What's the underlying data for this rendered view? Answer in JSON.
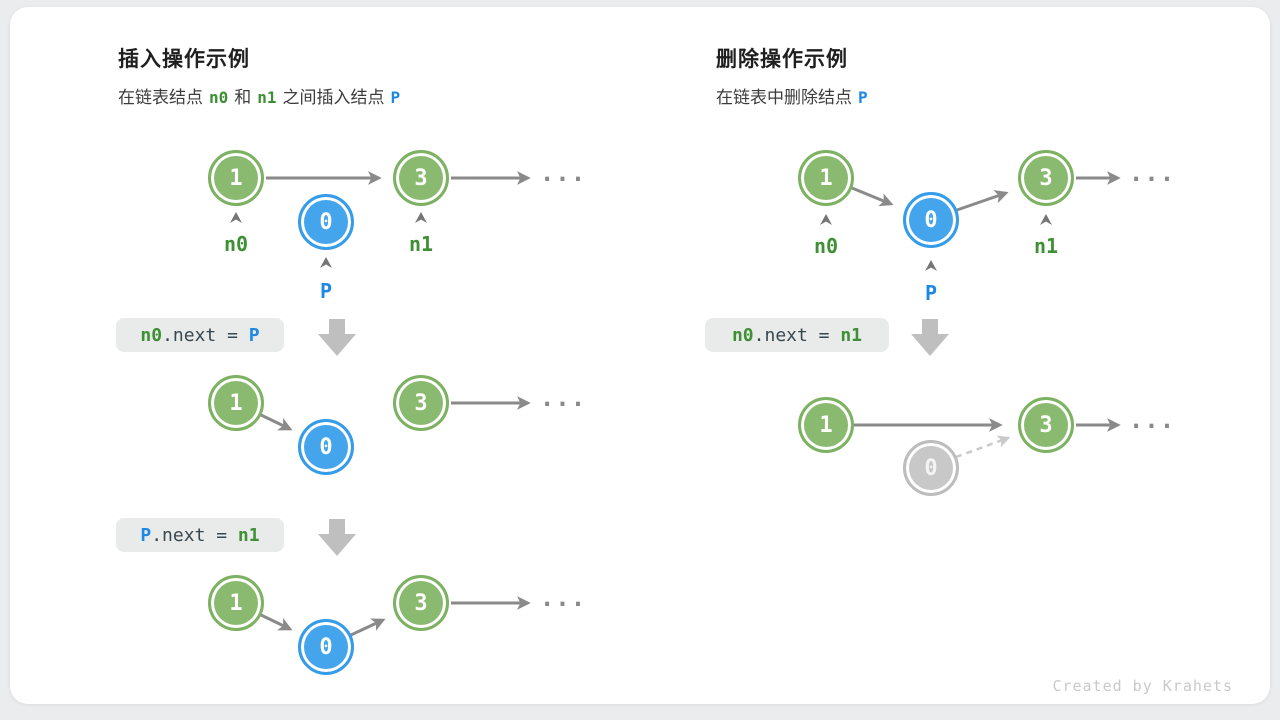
{
  "insert": {
    "title": "插入操作示例",
    "subtitle": {
      "t0": "在链表结点",
      "n0": "n0",
      "t1": "和",
      "n1": "n1",
      "t2": "之间插入结点",
      "p": "P"
    },
    "code_step1": {
      "lhs": "n0",
      "mid": ".next = ",
      "rhs": "P"
    },
    "code_step2": {
      "lhs": "P",
      "mid": ".next = ",
      "rhs": "n1"
    }
  },
  "delete": {
    "title": "删除操作示例",
    "subtitle": {
      "t0": "在链表中删除结点",
      "p": "P"
    },
    "code_step1": {
      "lhs": "n0",
      "mid": ".next = ",
      "rhs": "n1"
    }
  },
  "nodes": {
    "one": "1",
    "three": "3",
    "zero": "0"
  },
  "labels": {
    "n0": "n0",
    "n1": "n1",
    "p": "P"
  },
  "dots": "...",
  "footer": {
    "credit": "Created by Krahets"
  },
  "colors": {
    "node_green": "#8aba70",
    "node_blue": "#44a4ec",
    "node_gray": "#c8c8c8",
    "label_green": "#3f8f35",
    "label_blue": "#1e88e5",
    "arrow_gray": "#8a8a8a",
    "arrow_light": "#c9c9c9",
    "block_arrow": "#bfbfbf",
    "code_bg": "#e9eaea",
    "card_bg": "#ffffff",
    "page_bg": "#ebecee"
  }
}
